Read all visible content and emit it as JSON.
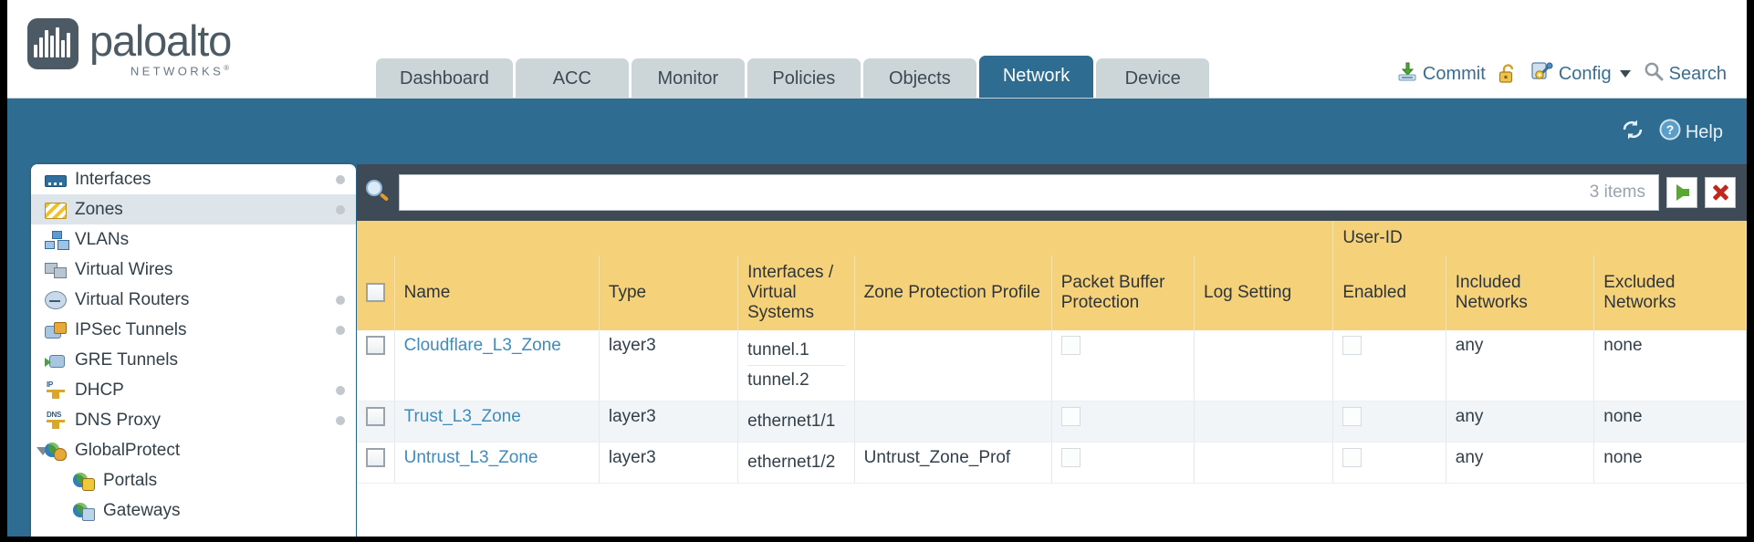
{
  "brand": {
    "name": "paloalto",
    "sub": "NETWORKS",
    "sub_mark": "®"
  },
  "nav": {
    "tabs": [
      {
        "label": "Dashboard",
        "active": false
      },
      {
        "label": "ACC",
        "active": false
      },
      {
        "label": "Monitor",
        "active": false
      },
      {
        "label": "Policies",
        "active": false
      },
      {
        "label": "Objects",
        "active": false
      },
      {
        "label": "Network",
        "active": true
      },
      {
        "label": "Device",
        "active": false
      }
    ]
  },
  "header_actions": {
    "commit": "Commit",
    "lock_icon": "unlocked-padlock-icon",
    "config": "Config",
    "search": "Search"
  },
  "toolbar": {
    "refresh_icon": "refresh-icon",
    "help": "Help"
  },
  "sidebar": {
    "items": [
      {
        "label": "Interfaces",
        "icon": "interfaces-icon",
        "dot": true,
        "selected": false,
        "child": false,
        "twisty": false
      },
      {
        "label": "Zones",
        "icon": "zones-icon",
        "dot": true,
        "selected": true,
        "child": false,
        "twisty": false
      },
      {
        "label": "VLANs",
        "icon": "vlans-icon",
        "dot": false,
        "selected": false,
        "child": false,
        "twisty": false
      },
      {
        "label": "Virtual Wires",
        "icon": "virtual-wires-icon",
        "dot": false,
        "selected": false,
        "child": false,
        "twisty": false
      },
      {
        "label": "Virtual Routers",
        "icon": "virtual-routers-icon",
        "dot": true,
        "selected": false,
        "child": false,
        "twisty": false
      },
      {
        "label": "IPSec Tunnels",
        "icon": "ipsec-tunnels-icon",
        "dot": true,
        "selected": false,
        "child": false,
        "twisty": false
      },
      {
        "label": "GRE Tunnels",
        "icon": "gre-tunnels-icon",
        "dot": false,
        "selected": false,
        "child": false,
        "twisty": false
      },
      {
        "label": "DHCP",
        "icon": "dhcp-icon",
        "dot": true,
        "selected": false,
        "child": false,
        "twisty": false
      },
      {
        "label": "DNS Proxy",
        "icon": "dns-proxy-icon",
        "dot": true,
        "selected": false,
        "child": false,
        "twisty": false
      },
      {
        "label": "GlobalProtect",
        "icon": "globalprotect-icon",
        "dot": false,
        "selected": false,
        "child": false,
        "twisty": true
      },
      {
        "label": "Portals",
        "icon": "portals-icon",
        "dot": false,
        "selected": false,
        "child": true,
        "twisty": false
      },
      {
        "label": "Gateways",
        "icon": "gateways-icon",
        "dot": false,
        "selected": false,
        "child": true,
        "twisty": false
      }
    ]
  },
  "search": {
    "value": "",
    "placeholder": "",
    "item_count": "3 items",
    "go_icon": "green-arrow-icon",
    "clear_icon": "red-x-icon"
  },
  "table": {
    "group_header": {
      "label": "User-ID",
      "spans": [
        "Enabled",
        "Included Networks",
        "Excluded Networks"
      ]
    },
    "columns": [
      "Name",
      "Type",
      "Interfaces / Virtual Systems",
      "Zone Protection Profile",
      "Packet Buffer Protection",
      "Log Setting",
      "Enabled",
      "Included Networks",
      "Excluded Networks"
    ],
    "rows": [
      {
        "name": "Cloudflare_L3_Zone",
        "type": "layer3",
        "interfaces": [
          "tunnel.1",
          "tunnel.2"
        ],
        "zone_protection_profile": "",
        "packet_buffer_protection": false,
        "log_setting": "",
        "userid_enabled": false,
        "included_networks": "any",
        "excluded_networks": "none"
      },
      {
        "name": "Trust_L3_Zone",
        "type": "layer3",
        "interfaces": [
          "ethernet1/1"
        ],
        "zone_protection_profile": "",
        "packet_buffer_protection": false,
        "log_setting": "",
        "userid_enabled": false,
        "included_networks": "any",
        "excluded_networks": "none"
      },
      {
        "name": "Untrust_L3_Zone",
        "type": "layer3",
        "interfaces": [
          "ethernet1/2"
        ],
        "zone_protection_profile": "Untrust_Zone_Prof",
        "packet_buffer_protection": false,
        "log_setting": "",
        "userid_enabled": false,
        "included_networks": "any",
        "excluded_networks": "none"
      }
    ]
  },
  "colors": {
    "brand_blue": "#2e6d91",
    "panel_dark": "#3e4a56",
    "header_gold": "#f5d279",
    "group_gold": "#dfab3c",
    "link_blue": "#3f8bbd"
  }
}
